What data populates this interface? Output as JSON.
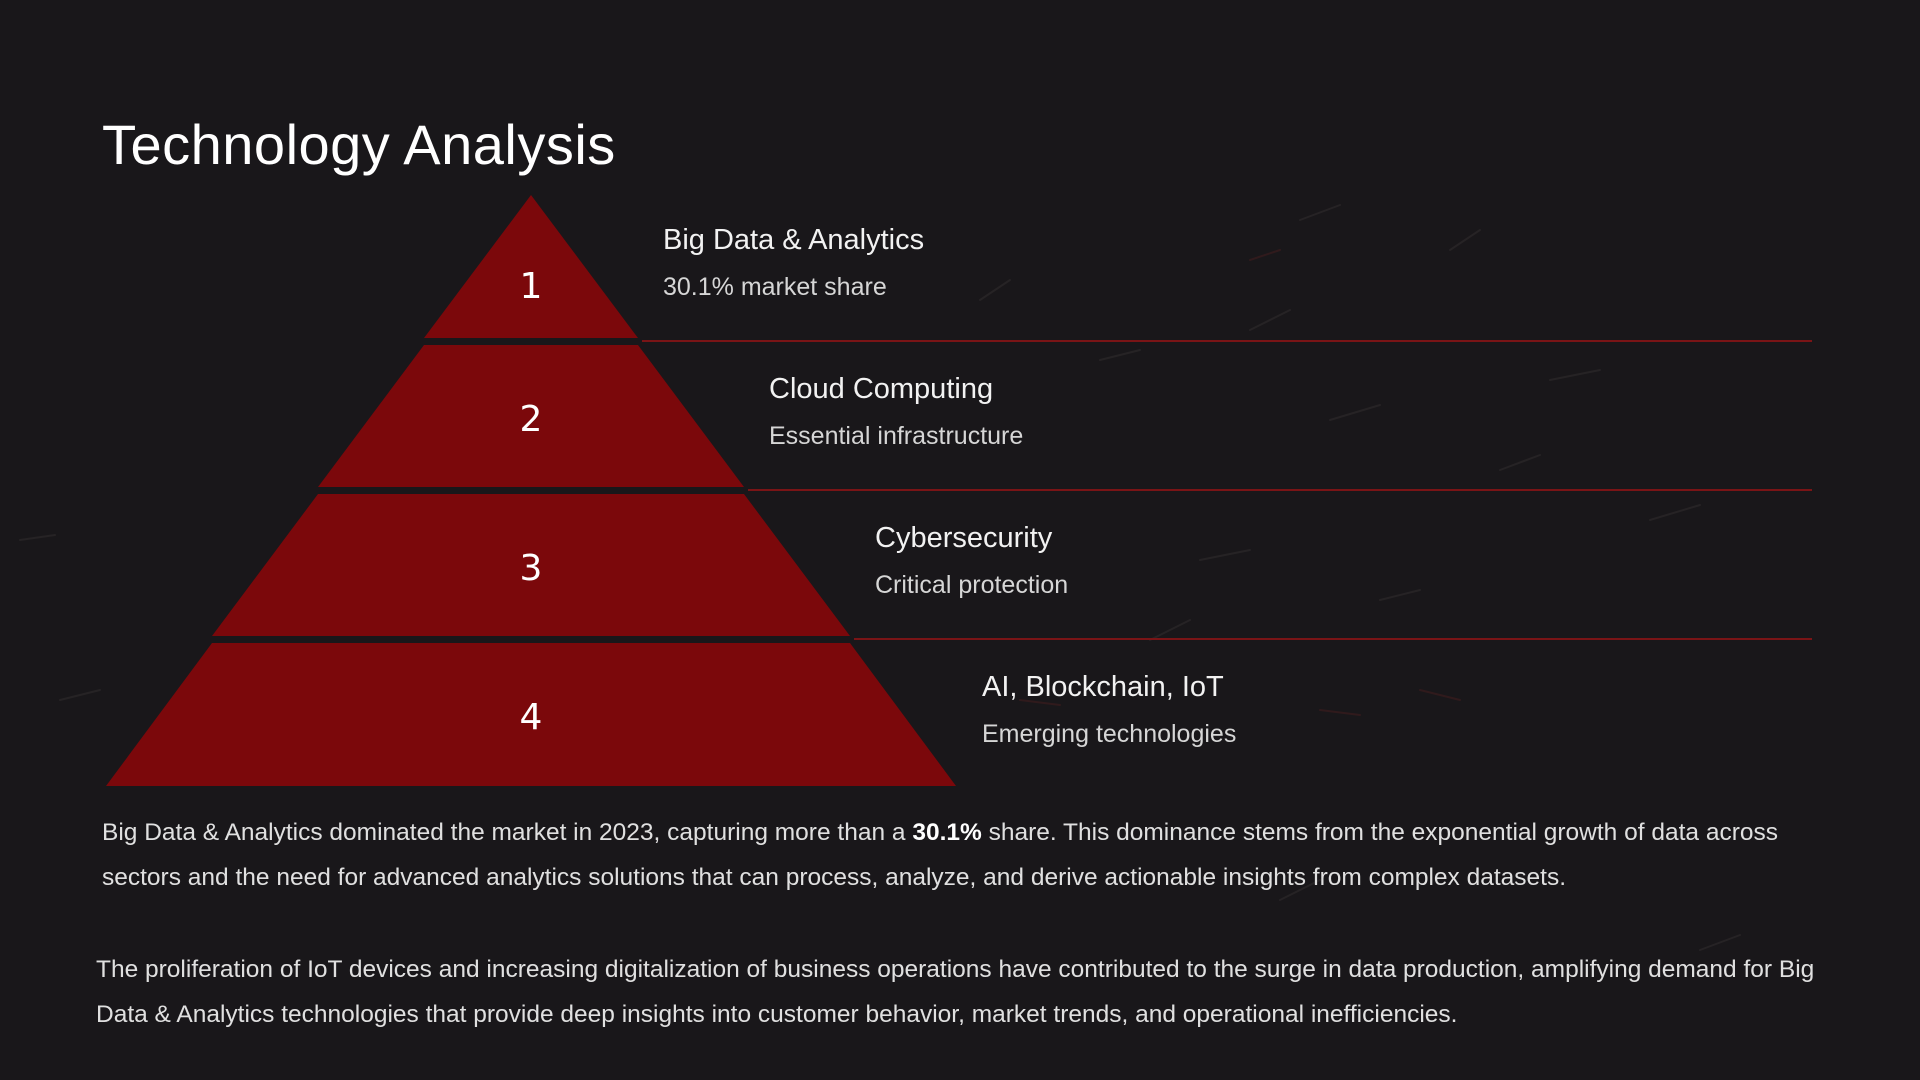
{
  "slide": {
    "title": "Technology Analysis"
  },
  "colors": {
    "background": "#19171a",
    "tier_fill": "#7b080b",
    "divider": "#7a1416",
    "text": "#ffffff"
  },
  "pyramid": {
    "tiers": [
      {
        "number": "1",
        "title": "Big Data & Analytics",
        "subtitle": "30.1% market share"
      },
      {
        "number": "2",
        "title": "Cloud Computing",
        "subtitle": "Essential infrastructure"
      },
      {
        "number": "3",
        "title": "Cybersecurity",
        "subtitle": "Critical protection"
      },
      {
        "number": "4",
        "title": "AI, Blockchain, IoT",
        "subtitle": "Emerging technologies"
      }
    ]
  },
  "body": {
    "para1_before": "Big Data & Analytics dominated the market in 2023, capturing more than a ",
    "para1_bold": "30.1%",
    "para1_after": " share. This dominance stems from the exponential growth of data across sectors and the need for advanced analytics solutions that can process, analyze, and derive actionable insights from complex datasets.",
    "para2": "The proliferation of IoT devices and increasing digitalization of business operations have contributed to the surge in data production, amplifying demand for Big Data & Analytics technologies that provide deep insights into customer behavior, market trends, and operational inefficiencies."
  }
}
